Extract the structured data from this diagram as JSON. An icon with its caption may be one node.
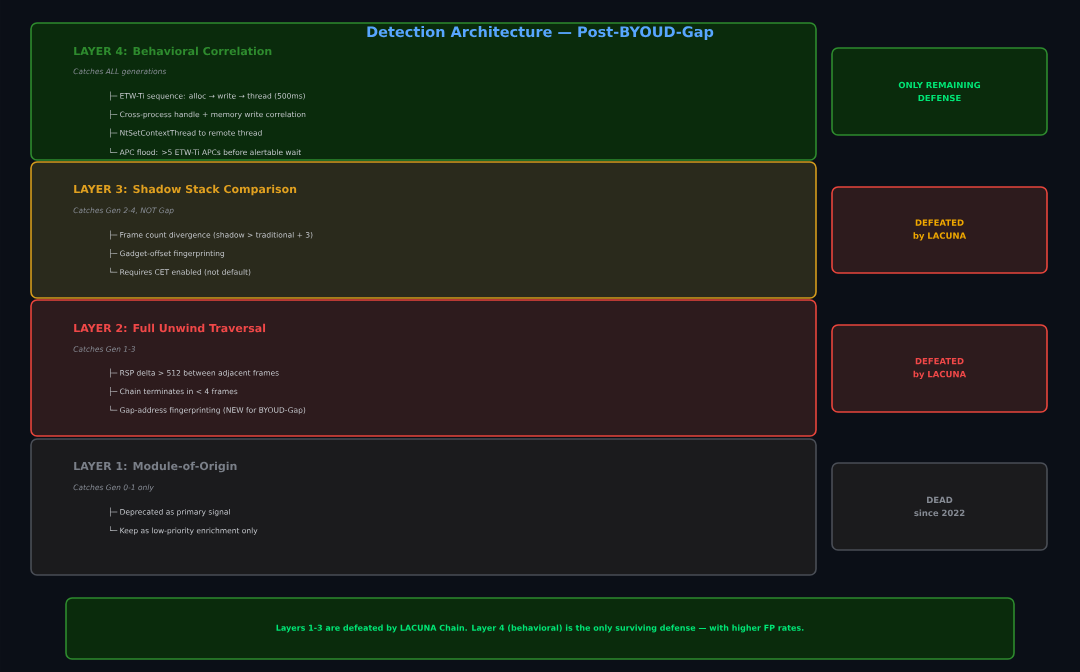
{
  "diagram": {
    "title": "Detection Architecture — Post-BYOUD-Gap",
    "nodes": [
      {
        "text": [
          "LAYER 4: Behavioral Correlation",
          "Catches ALL generations",
          "├─ ETW-Ti sequence: alloc → write → thread (500ms)",
          "├─ Cross-process handle + memory write correlation",
          "├─ NtSetContextThread to remote thread",
          "└─ APC flood: >5 ETW-Ti APCs before alertable wait"
        ]
      },
      {
        "text": [
          "ONLY REMAINING DEFENSE"
        ]
      },
      {
        "text": [
          "LAYER 3: Shadow Stack Comparison",
          "Catches Gen 2-4, NOT Gap",
          "├─ Frame count divergence (shadow > traditional + 3)",
          "├─ Gadget-offset fingerprinting",
          "└─ Requires CET enabled (not default)"
        ]
      },
      {
        "text": [
          "DEFEATED by LACUNA"
        ]
      },
      {
        "text": [
          "LAYER 2: Full Unwind Traversal",
          "Catches Gen 1-3",
          "├─ RSP delta > 512 between adjacent frames",
          "├─ Chain terminates in < 4 frames",
          "└─ Gap-address fingerprinting (NEW for BYOUD-Gap)"
        ]
      },
      {
        "text": [
          "DEFEATED by LACUNA"
        ]
      },
      {
        "text": [
          "LAYER 1: Module-of-Origin",
          "Catches Gen 0-1 only",
          "├─ Deprecated as primary signal",
          "└─ Keep as low-priority enrichment only"
        ]
      },
      {
        "text": [
          "DEAD since 2022"
        ]
      },
      {
        "text": [
          "Layers 1-3 are defeated by LACUNA Chain. Layer 4 (behavioral) is the only surviving defense — with higher FP rates."
        ]
      }
    ]
  }
}
